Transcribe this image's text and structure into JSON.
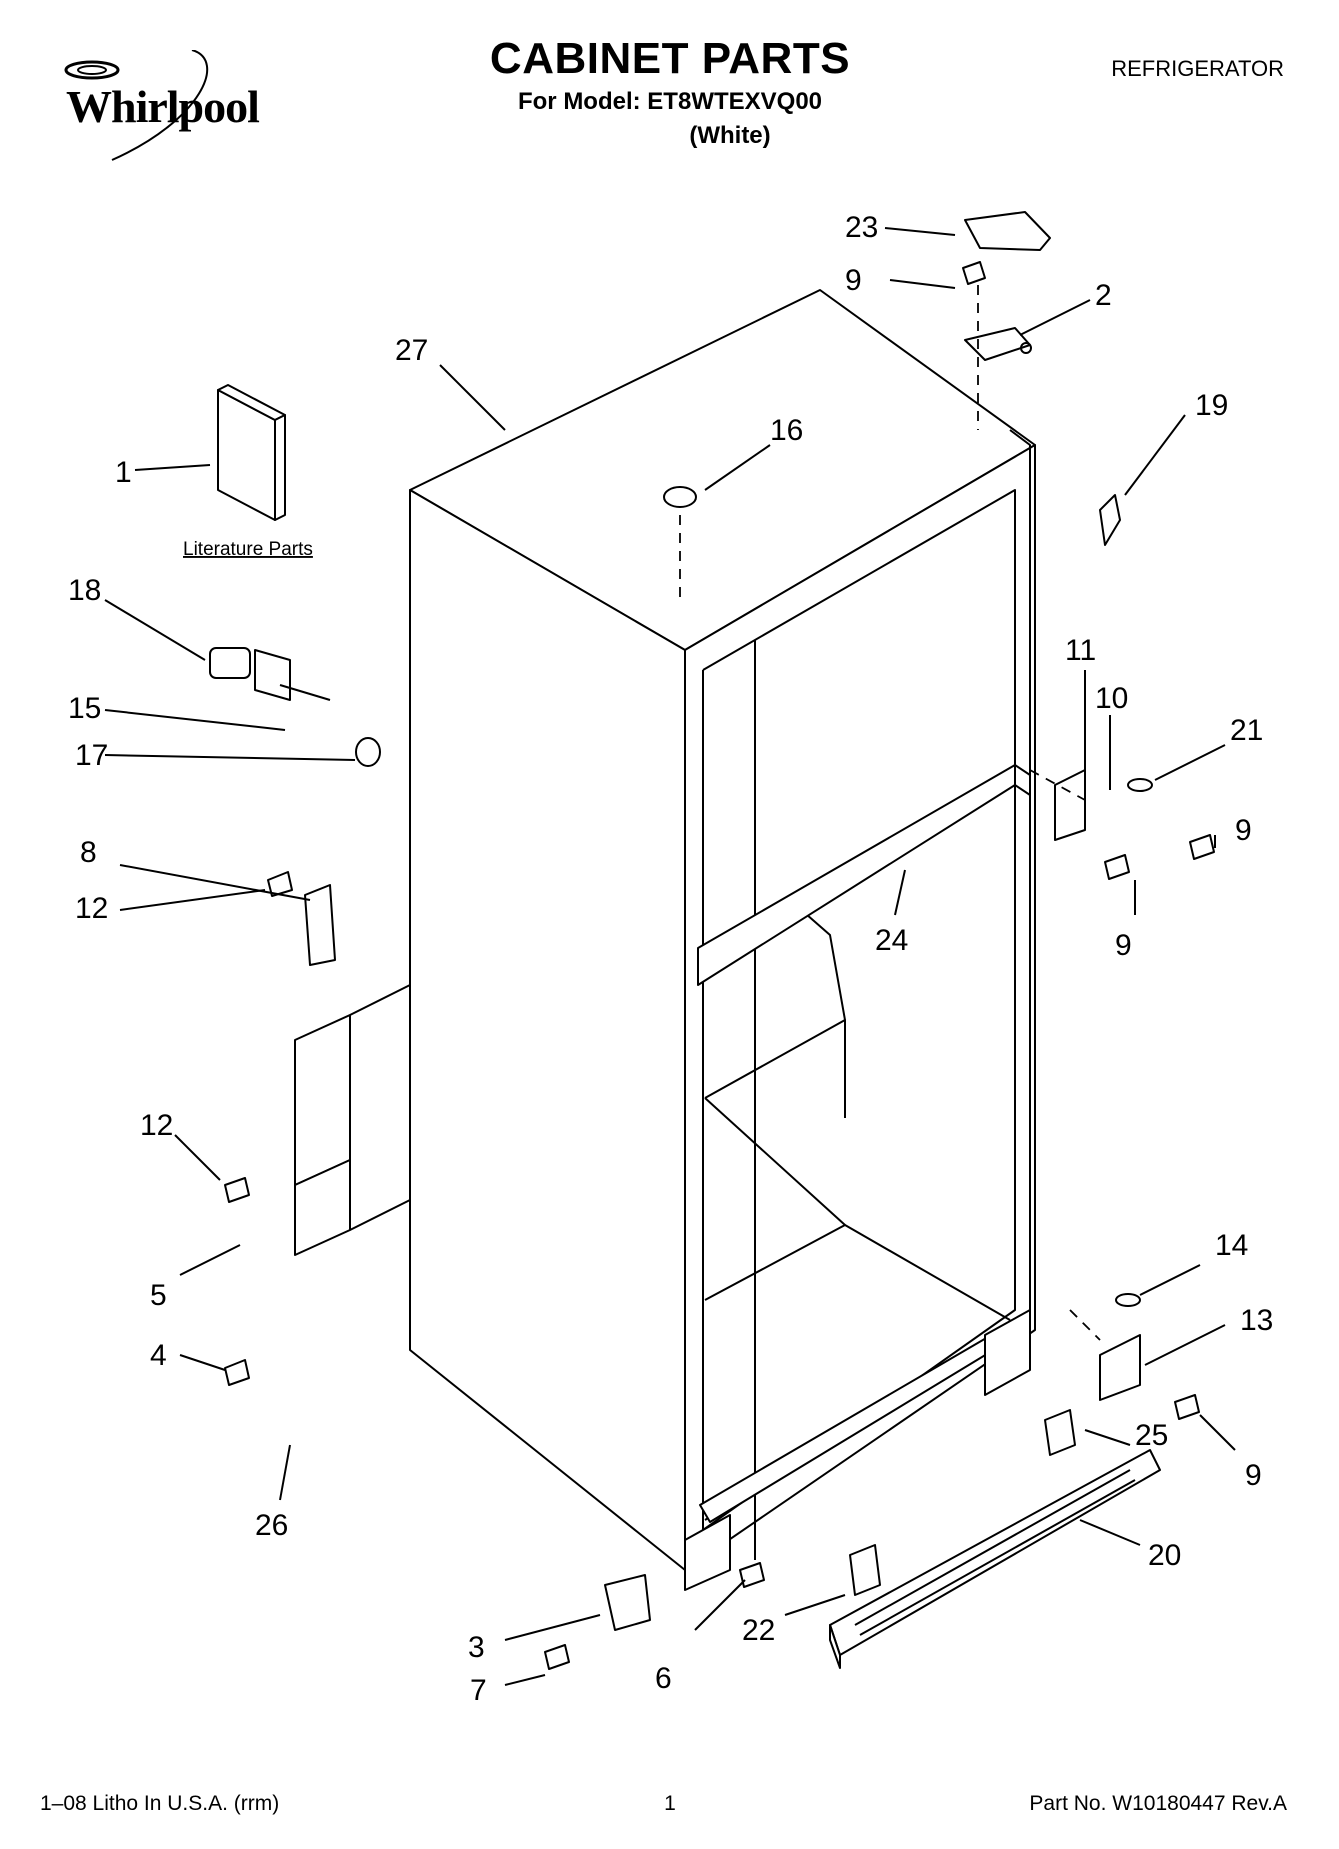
{
  "header": {
    "brand": "Whirlpool",
    "title": "CABINET PARTS",
    "model": "For Model: ET8WTEXVQ00",
    "color": "(White)",
    "product": "REFRIGERATOR"
  },
  "diagram": {
    "literature_label": "Literature Parts",
    "callouts": [
      "23",
      "9",
      "2",
      "27",
      "16",
      "19",
      "1",
      "18",
      "15",
      "17",
      "11",
      "10",
      "21",
      "9",
      "9",
      "24",
      "8",
      "12",
      "12",
      "5",
      "4",
      "26",
      "14",
      "13",
      "25",
      "9",
      "20",
      "3",
      "7",
      "6",
      "22"
    ]
  },
  "footer": {
    "left": "1–08 Litho In U.S.A. (rrm)",
    "center": "1",
    "right": "Part No. W10180447 Rev.A"
  },
  "colors": {
    "ink": "#000000",
    "paper": "#ffffff",
    "shade": "#d9d9d9"
  }
}
